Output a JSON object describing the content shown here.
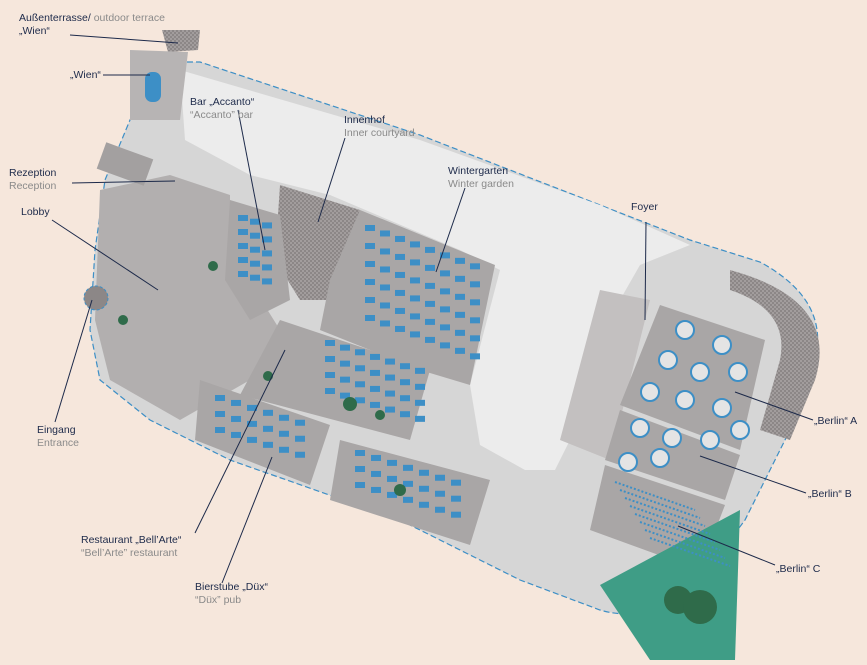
{
  "colors": {
    "background": "#f6e7dc",
    "building": "#d9d9d9",
    "rooms": "#a7a4a4",
    "courtyard": "#e9e9e9",
    "terrace": "#8c8787",
    "tables": "#3d8fc6",
    "plants": "#2f6b4a",
    "garden": "#3f9d86",
    "leader_lines": "#1d2a4a",
    "label_primary": "#1d2a4a",
    "label_secondary": "#8a8a8a"
  },
  "labels": {
    "terrace": {
      "de": "Außenterrasse/",
      "en": "outdoor terrace",
      "de2": "„Wien“"
    },
    "wien": {
      "de": "„Wien“"
    },
    "bar": {
      "de": "Bar „Accanto“",
      "en": "“Accanto” bar"
    },
    "innenhof": {
      "de": "Innenhof",
      "en": "Inner courtyard"
    },
    "wintergarten": {
      "de": "Wintergarten",
      "en": "Winter garden"
    },
    "rezeption": {
      "de": "Rezeption",
      "en": "Reception"
    },
    "lobby": {
      "de": "Lobby"
    },
    "foyer": {
      "de": "Foyer"
    },
    "berlin_a": {
      "de": "„Berlin“ A"
    },
    "berlin_b": {
      "de": "„Berlin“ B"
    },
    "berlin_c": {
      "de": "„Berlin“ C"
    },
    "eingang": {
      "de": "Eingang",
      "en": "Entrance"
    },
    "restaurant": {
      "de": "Restaurant „Bell’Arte“",
      "en": "“Bell’Arte” restaurant"
    },
    "bierstube": {
      "de": "Bierstube „Düx“",
      "en": "“Düx” pub"
    }
  }
}
